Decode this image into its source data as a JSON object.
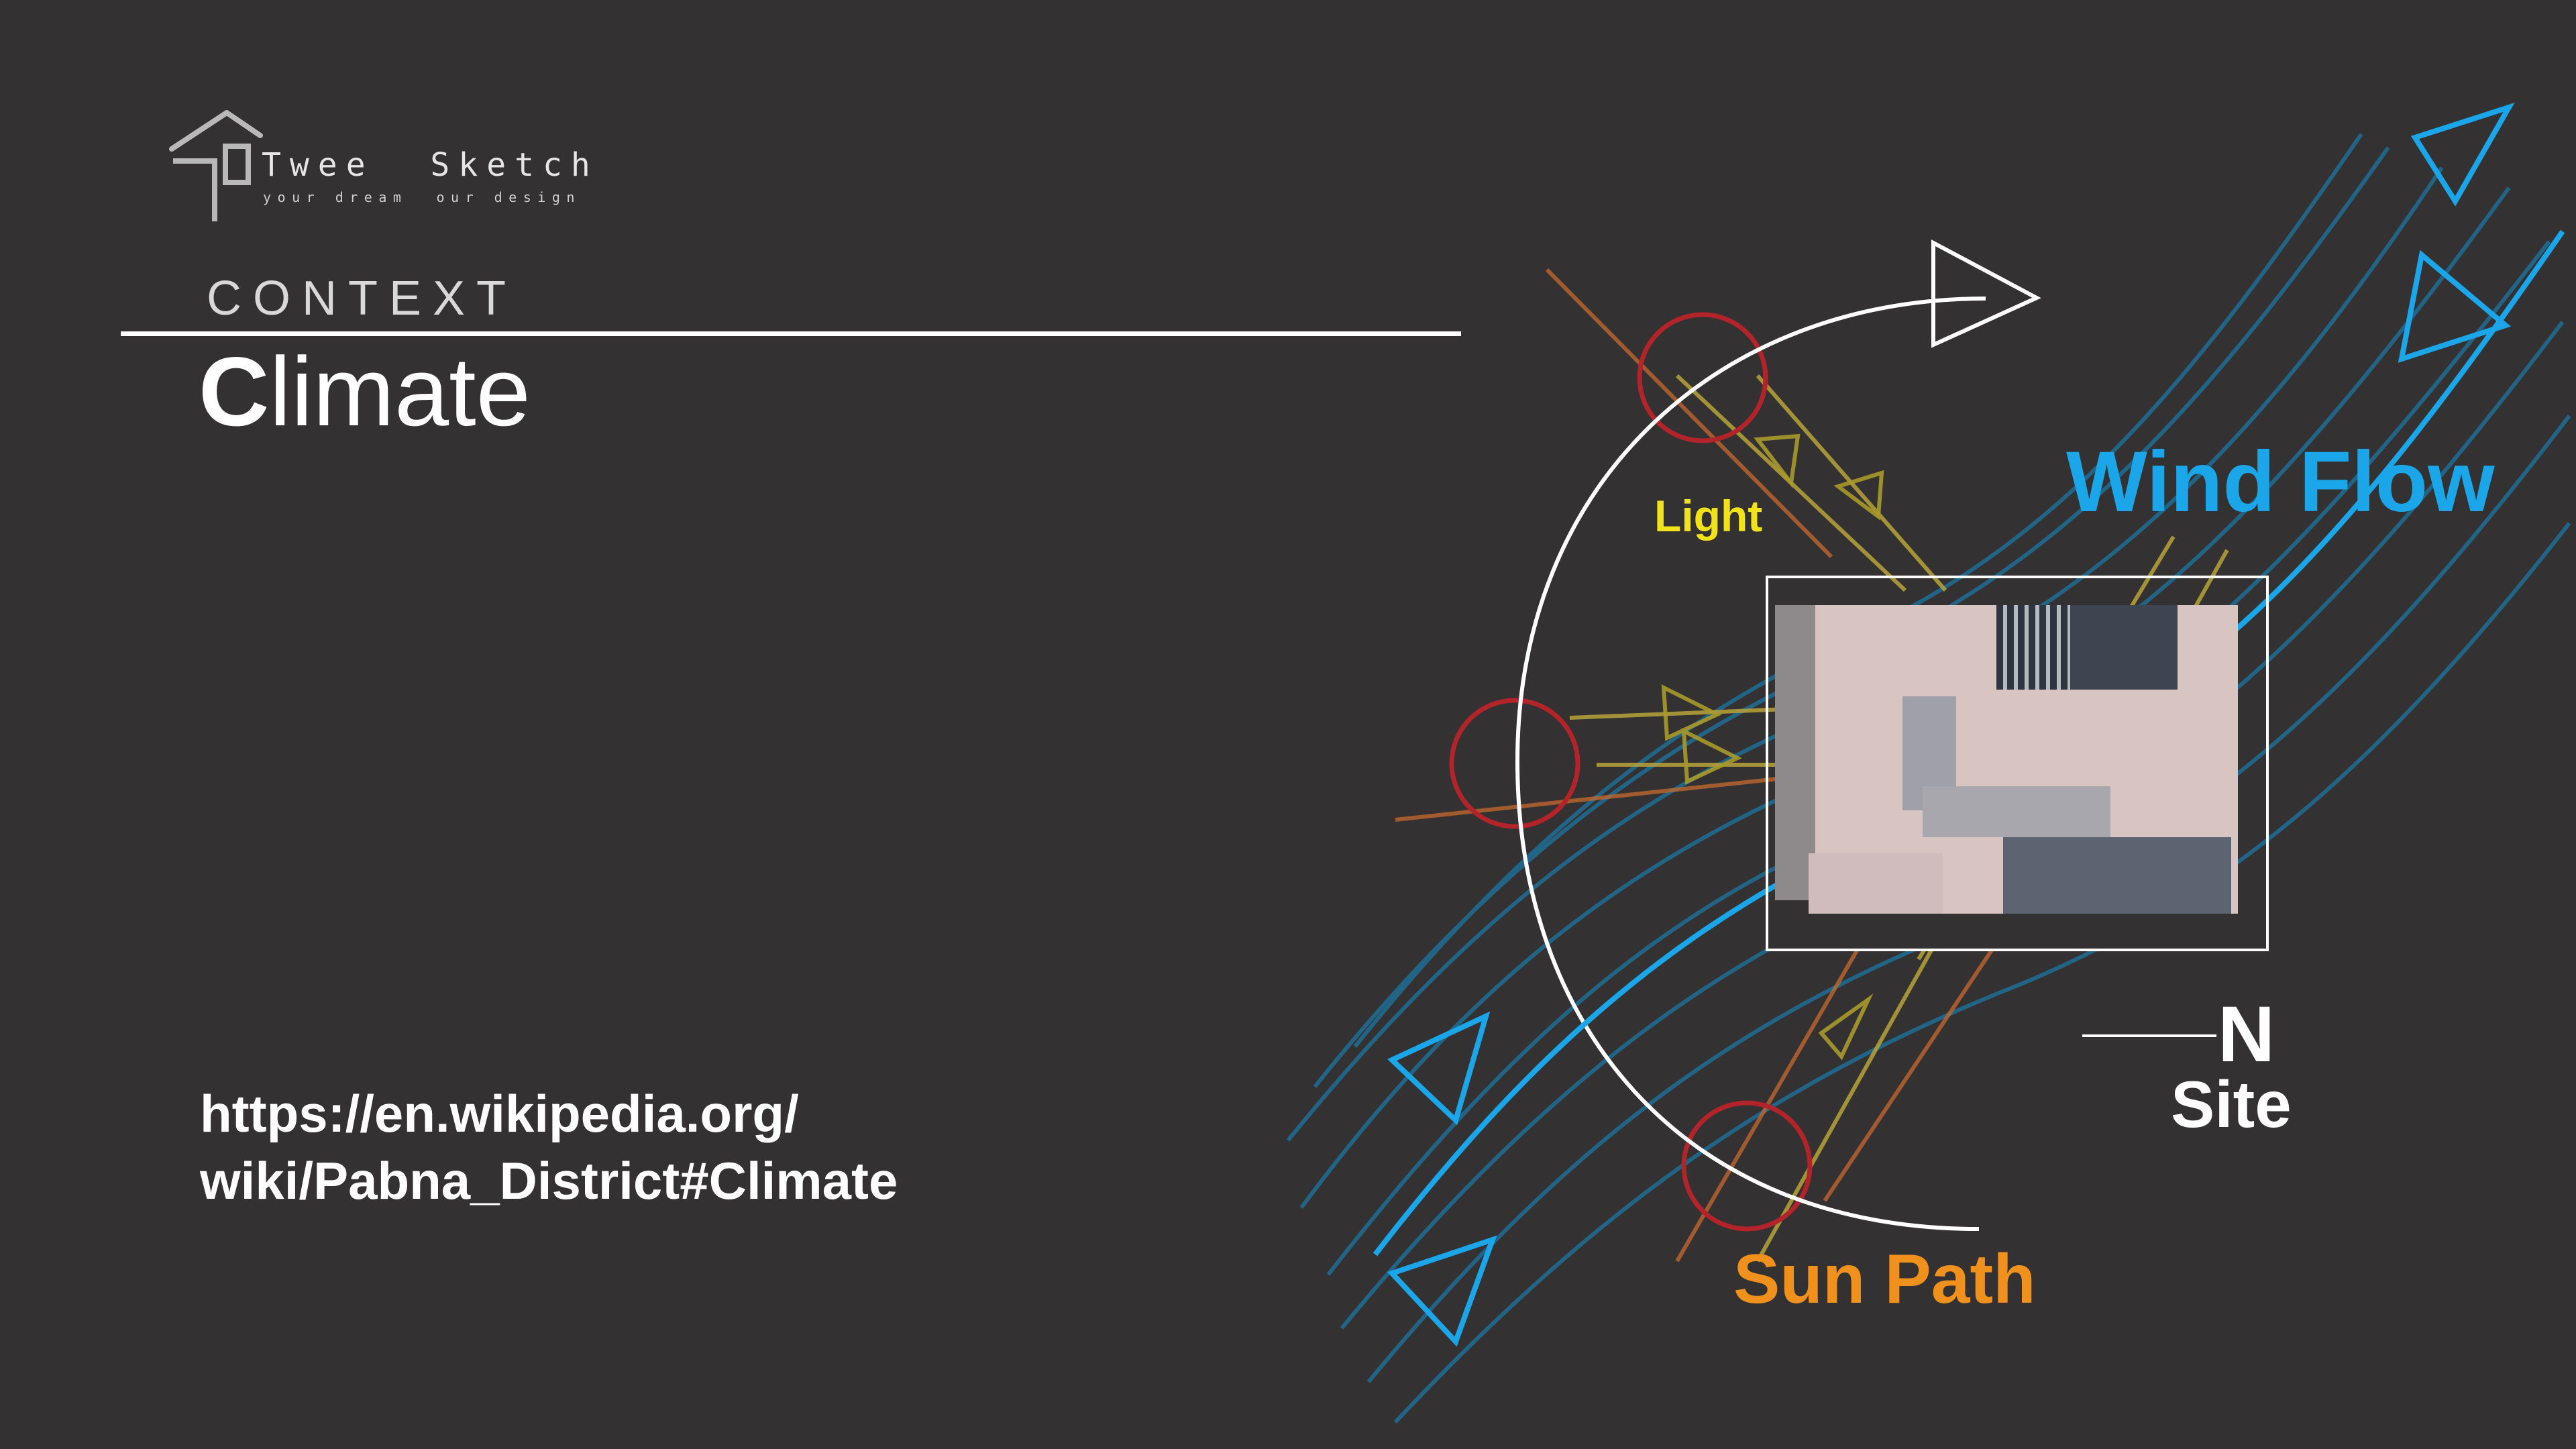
{
  "brand": {
    "name": "Twee  Sketch",
    "tagline": "your dream  our design",
    "logo_icon": "house-outline-icon"
  },
  "header": {
    "section_label": "CONTEXT",
    "title_initial": "C",
    "title_rest": "limate"
  },
  "source": {
    "line1": "https://en.wikipedia.org/",
    "line2": "wiki/Pabna_District#Climate"
  },
  "diagram": {
    "labels": {
      "light": "Light",
      "wind_flow": "Wind Flow",
      "sun_path": "Sun Path",
      "north": "N",
      "site": "Site"
    },
    "colors": {
      "background": "#333132",
      "light": "#f2e21a",
      "wind_flow": "#1aa6e8",
      "sun_path": "#f0911e",
      "sun_marker": "#b3242a",
      "light_rays": "#b8a33a",
      "sun_rays": "#c86a2e",
      "arc": "#ffffff"
    }
  }
}
